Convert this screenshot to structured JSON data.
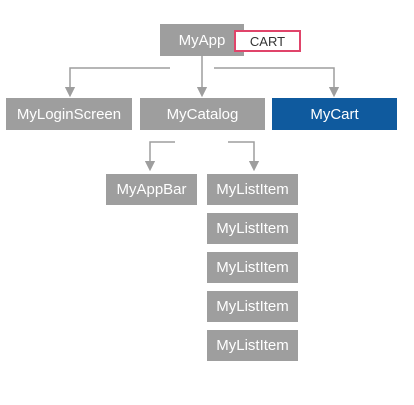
{
  "diagram": {
    "root": "MyApp",
    "root_tag": "CART",
    "children": [
      "MyLoginScreen",
      "MyCatalog",
      "MyCart"
    ],
    "highlighted": "MyCart",
    "catalog_children": {
      "app_bar": "MyAppBar",
      "list_items": [
        "MyListItem",
        "MyListItem",
        "MyListItem",
        "MyListItem",
        "MyListItem"
      ]
    },
    "colors": {
      "node": "#9e9e9e",
      "highlight": "#0f5a9e",
      "tag_border": "#e0446a",
      "connector": "#9e9e9e"
    }
  }
}
